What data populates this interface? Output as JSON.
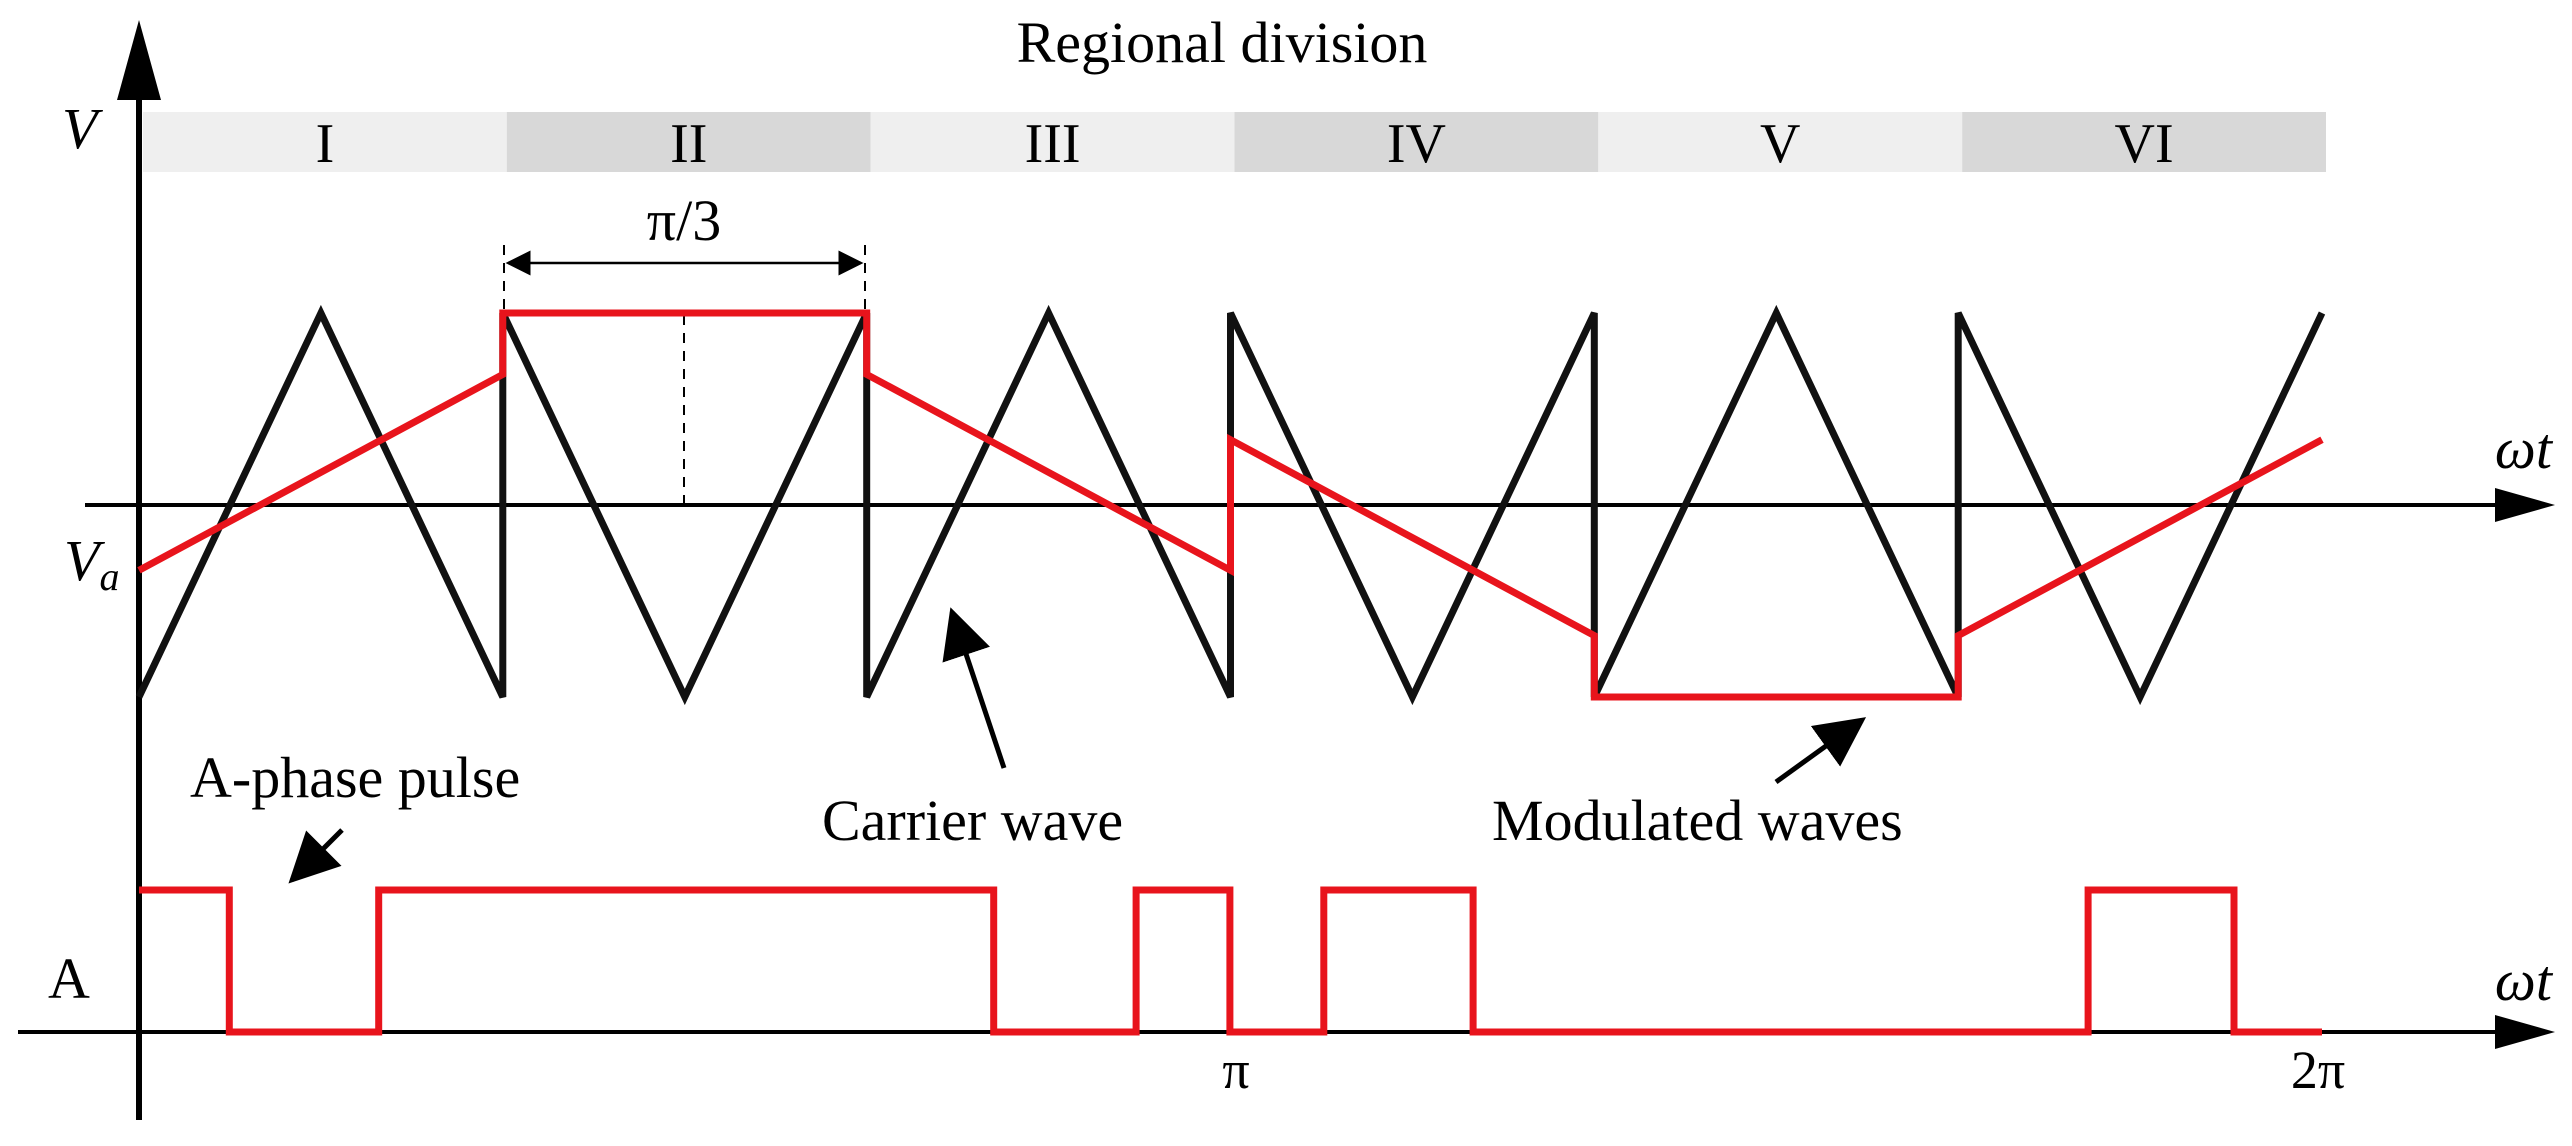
{
  "title": "Regional division",
  "regions": [
    "I",
    "II",
    "III",
    "IV",
    "V",
    "VI"
  ],
  "region_width_label": "π/3",
  "axes": {
    "y_label": "V",
    "x_label_upper": "ωt",
    "x_label_lower": "ωt",
    "va_label_main": "V",
    "va_label_sub": "a",
    "pulse_axis_label": "A",
    "x_ticks": [
      "π",
      "2π"
    ]
  },
  "annotations": {
    "pulse": "A-phase pulse",
    "carrier": "Carrier wave",
    "modulated": "Modulated waves"
  },
  "colors": {
    "carrier": "#111111",
    "modulated": "#e8141c",
    "pulse": "#e8141c",
    "region_light": "#efefef",
    "region_dark": "#d8d8d8"
  },
  "chart_data": {
    "type": "line",
    "x_range": [
      0,
      6.2832
    ],
    "carrier_wave": {
      "x": [
        0,
        0.5236,
        1.0472,
        1.0472,
        1.5708,
        2.0944,
        2.0944,
        2.618,
        3.1416,
        3.1416,
        3.6652,
        4.1888,
        4.1888,
        4.7124,
        5.236,
        5.236,
        5.7596,
        6.2832
      ],
      "y": [
        -1,
        1,
        -1,
        1,
        -1,
        1,
        -1,
        1,
        -1,
        1,
        -1,
        1,
        -1,
        1,
        -1,
        1,
        -1,
        1
      ]
    },
    "modulated_wave": {
      "x": [
        0,
        1.0472,
        1.0472,
        2.0944,
        2.0944,
        3.1416,
        3.1416,
        4.1888,
        4.1888,
        5.236,
        5.236,
        6.2832
      ],
      "y": [
        -0.34,
        0.68,
        1,
        1,
        0.68,
        -0.34,
        0.34,
        -0.68,
        -1,
        -1,
        -0.68,
        0.34
      ]
    },
    "a_phase_pulse": {
      "x": [
        0,
        0.26,
        0.26,
        0.69,
        0.69,
        2.46,
        2.46,
        2.87,
        2.87,
        3.14,
        3.14,
        3.41,
        3.41,
        3.84,
        3.84,
        5.61,
        5.61,
        6.03,
        6.03,
        6.2832
      ],
      "y": [
        1,
        1,
        0,
        0,
        1,
        1,
        0,
        0,
        1,
        1,
        0,
        0,
        1,
        1,
        0,
        0,
        1,
        1,
        0,
        0
      ]
    }
  }
}
